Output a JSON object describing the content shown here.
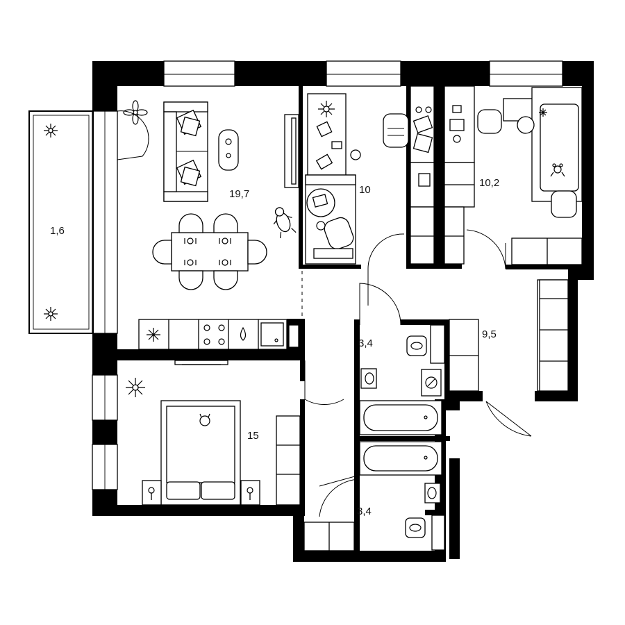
{
  "rooms": {
    "living": {
      "area": "19,7"
    },
    "study": {
      "area": "10"
    },
    "kids": {
      "area": "10,2"
    },
    "balcony": {
      "area": "1,6"
    },
    "bathroom_top": {
      "area": "3,4"
    },
    "hall": {
      "area": "9,5"
    },
    "bedroom": {
      "area": "15"
    },
    "bathroom_bottom": {
      "area": "3,4"
    }
  }
}
